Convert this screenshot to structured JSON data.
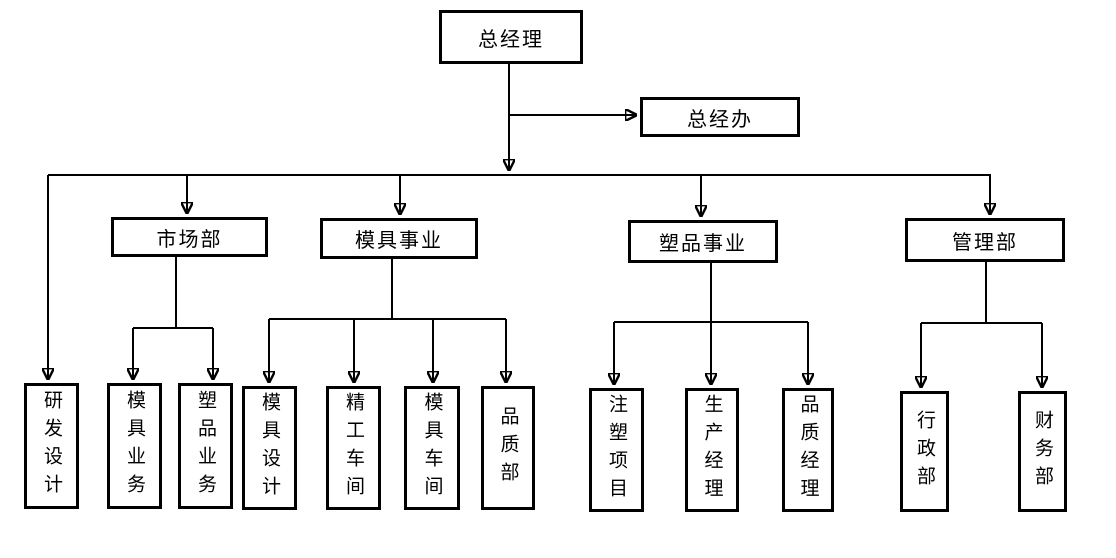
{
  "diagram": {
    "type": "org-chart",
    "background_color": "#ffffff",
    "line_color": "#000000",
    "box_border_color": "#000000",
    "nodes": {
      "general_manager": {
        "label": "总经理",
        "level": 1
      },
      "general_manager_office": {
        "label": "总经办",
        "level": 1
      },
      "marketing_dept": {
        "label": "市场部",
        "level": 2
      },
      "mold_division": {
        "label": "模具事业",
        "level": 2
      },
      "plastic_division": {
        "label": "塑品事业",
        "level": 2
      },
      "management_dept": {
        "label": "管理部",
        "level": 2
      },
      "rd_design": {
        "label": "研发设计",
        "level": 3
      },
      "mold_business": {
        "label": "模具业务",
        "level": 3
      },
      "plastic_business": {
        "label": "塑品业务",
        "level": 3
      },
      "mold_design": {
        "label": "模具设计",
        "level": 3
      },
      "precision_workshop": {
        "label": "精工车间",
        "level": 3
      },
      "mold_workshop": {
        "label": "模具车间",
        "level": 3
      },
      "quality_dept": {
        "label": "品质部",
        "level": 3
      },
      "injection_project": {
        "label": "注塑项目",
        "level": 3
      },
      "production_manager": {
        "label": "生产经理",
        "level": 3
      },
      "quality_manager": {
        "label": "品质经理",
        "level": 3
      },
      "admin_dept": {
        "label": "行政部",
        "level": 3
      },
      "finance_dept": {
        "label": "财务部",
        "level": 3
      }
    },
    "edges": [
      {
        "from": "general_manager",
        "to": "general_manager_office"
      },
      {
        "from": "general_manager",
        "to": "marketing_dept"
      },
      {
        "from": "general_manager",
        "to": "mold_division"
      },
      {
        "from": "general_manager",
        "to": "plastic_division"
      },
      {
        "from": "general_manager",
        "to": "management_dept"
      },
      {
        "from": "general_manager",
        "to": "rd_design"
      },
      {
        "from": "marketing_dept",
        "to": "mold_business"
      },
      {
        "from": "marketing_dept",
        "to": "plastic_business"
      },
      {
        "from": "mold_division",
        "to": "mold_design"
      },
      {
        "from": "mold_division",
        "to": "precision_workshop"
      },
      {
        "from": "mold_division",
        "to": "mold_workshop"
      },
      {
        "from": "mold_division",
        "to": "quality_dept"
      },
      {
        "from": "plastic_division",
        "to": "injection_project"
      },
      {
        "from": "plastic_division",
        "to": "production_manager"
      },
      {
        "from": "plastic_division",
        "to": "quality_manager"
      },
      {
        "from": "management_dept",
        "to": "admin_dept"
      },
      {
        "from": "management_dept",
        "to": "finance_dept"
      }
    ]
  }
}
